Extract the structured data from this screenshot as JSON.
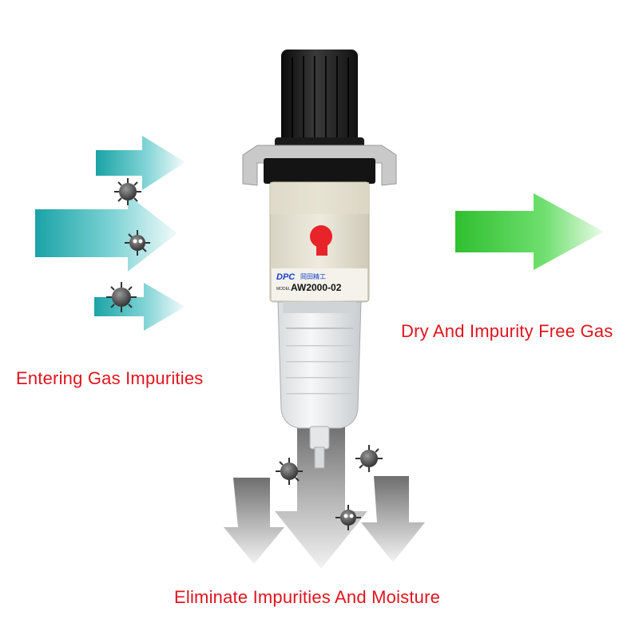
{
  "captions": {
    "entering": "Entering Gas Impurities",
    "output": "Dry And Impurity Free Gas",
    "drain": "Eliminate Impurities And Moisture"
  },
  "product": {
    "brand": "DPC",
    "brand_cn": "岡田精工",
    "model_label": "MODEL",
    "model": "AW2000-02"
  },
  "colors": {
    "caption": "#e0141e",
    "inlet_arrow": "#1fa6a8",
    "outlet_arrow": "#3ccf3c",
    "drain_arrow": "#8c8c8c",
    "brand": "#1a3fd1"
  },
  "icons": [
    "impurity-particle-icon",
    "flow-arrow-icon"
  ]
}
